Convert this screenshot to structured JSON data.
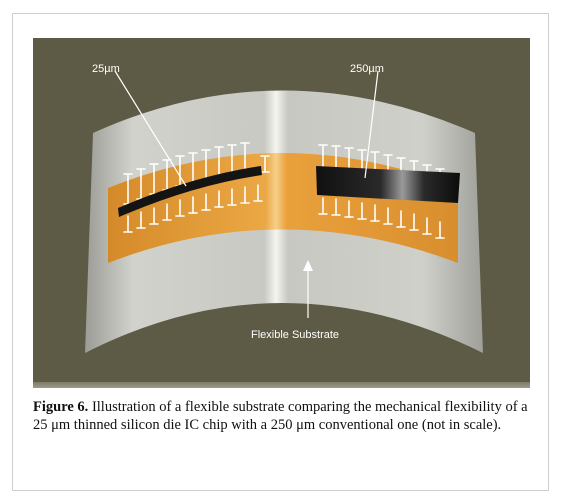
{
  "figure": {
    "label_thin": "25µm",
    "label_thick": "250µm",
    "label_substrate": "Flexible Substrate",
    "colors": {
      "background": "#5d5b45",
      "substrate": "#d6d6d0",
      "flex_circuit": "#e8a03a",
      "chip": "#151515",
      "trace": "#ffffff"
    }
  },
  "caption": {
    "label": "Figure 6.",
    "text": " Illustration of a flexible substrate comparing the mechanical flexibility of a 25 μm thinned silicon die IC chip with a 250 μm conventional one (not in scale)."
  }
}
